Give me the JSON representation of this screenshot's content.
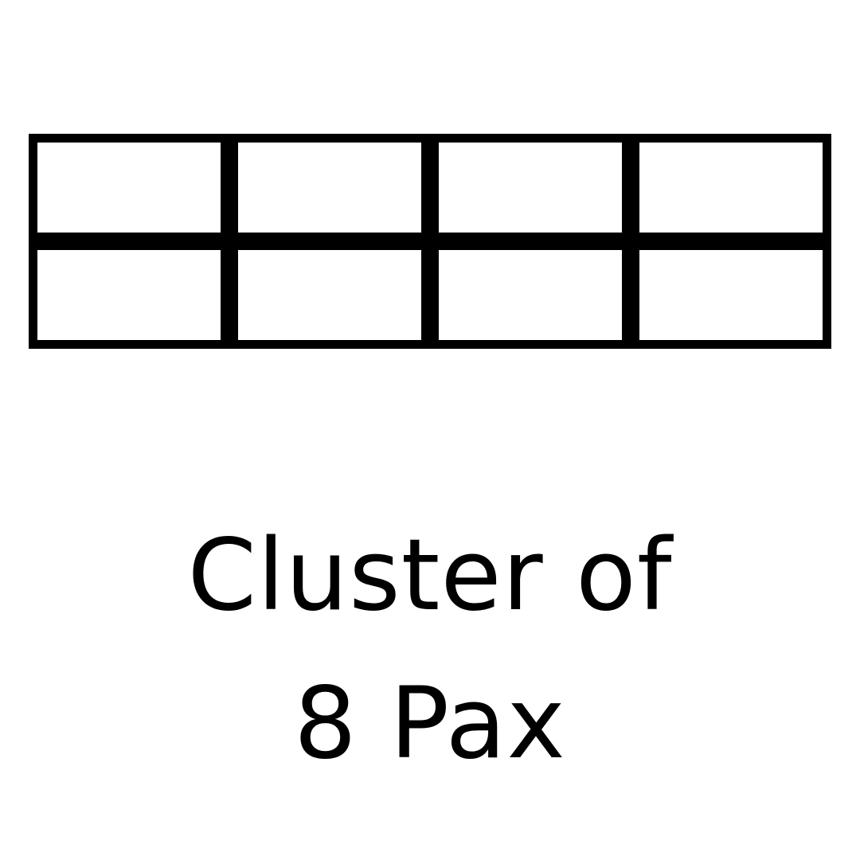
{
  "diagram": {
    "rows": 2,
    "columns": 4,
    "cells": [
      {
        "row": 1,
        "column": 1
      },
      {
        "row": 1,
        "column": 2
      },
      {
        "row": 1,
        "column": 3
      },
      {
        "row": 1,
        "column": 4
      },
      {
        "row": 2,
        "column": 1
      },
      {
        "row": 2,
        "column": 2
      },
      {
        "row": 2,
        "column": 3
      },
      {
        "row": 2,
        "column": 4
      }
    ],
    "stroke_color": "#000000",
    "fill_color": "#ffffff"
  },
  "caption": {
    "line1": "Cluster of",
    "line2": "8 Pax",
    "color": "#000000"
  }
}
